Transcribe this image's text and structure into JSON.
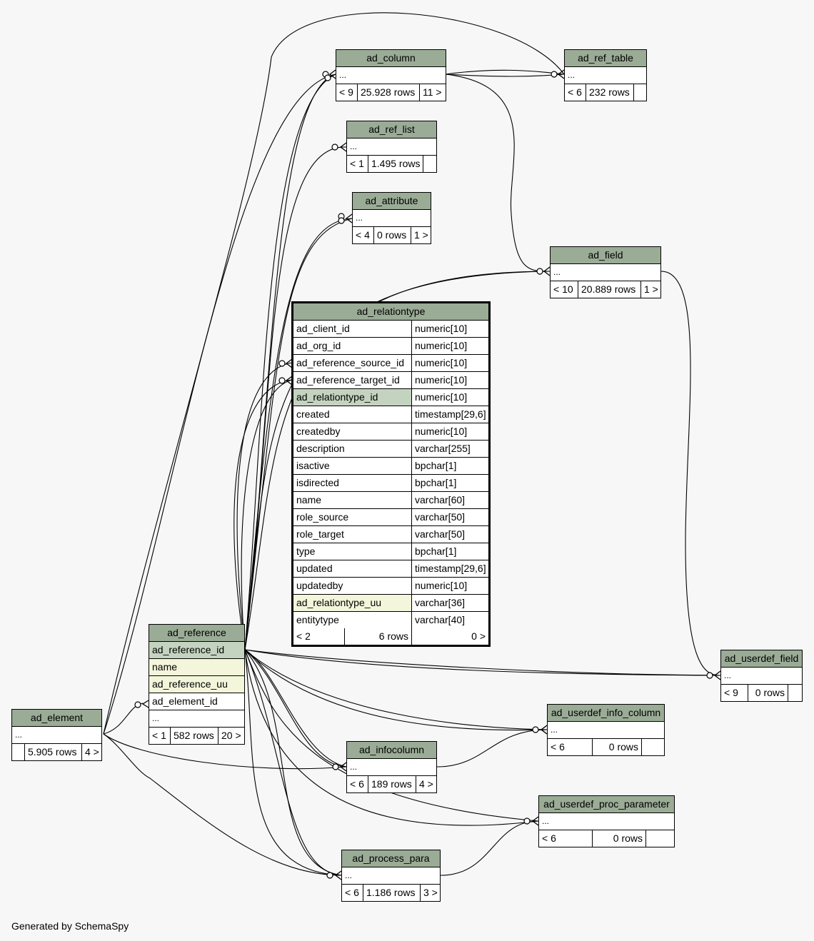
{
  "tables": {
    "ad_column": {
      "name": "ad_column",
      "body": "...",
      "footer": [
        "< 9",
        "25.928 rows",
        "11 >"
      ]
    },
    "ad_ref_table": {
      "name": "ad_ref_table",
      "body": "...",
      "footer": [
        "< 6",
        "232 rows",
        ""
      ]
    },
    "ad_ref_list": {
      "name": "ad_ref_list",
      "body": "...",
      "footer": [
        "< 1",
        "1.495 rows",
        ""
      ]
    },
    "ad_attribute": {
      "name": "ad_attribute",
      "body": "...",
      "footer": [
        "< 4",
        "0 rows",
        "1 >"
      ]
    },
    "ad_field": {
      "name": "ad_field",
      "body": "...",
      "footer": [
        "< 10",
        "20.889 rows",
        "1 >"
      ]
    },
    "ad_relationtype": {
      "name": "ad_relationtype",
      "columns": [
        {
          "name": "ad_client_id",
          "type": "numeric[10]"
        },
        {
          "name": "ad_org_id",
          "type": "numeric[10]"
        },
        {
          "name": "ad_reference_source_id",
          "type": "numeric[10]"
        },
        {
          "name": "ad_reference_target_id",
          "type": "numeric[10]"
        },
        {
          "name": "ad_relationtype_id",
          "type": "numeric[10]"
        },
        {
          "name": "created",
          "type": "timestamp[29,6]"
        },
        {
          "name": "createdby",
          "type": "numeric[10]"
        },
        {
          "name": "description",
          "type": "varchar[255]"
        },
        {
          "name": "isactive",
          "type": "bpchar[1]"
        },
        {
          "name": "isdirected",
          "type": "bpchar[1]"
        },
        {
          "name": "name",
          "type": "varchar[60]"
        },
        {
          "name": "role_source",
          "type": "varchar[50]"
        },
        {
          "name": "role_target",
          "type": "varchar[50]"
        },
        {
          "name": "type",
          "type": "bpchar[1]"
        },
        {
          "name": "updated",
          "type": "timestamp[29,6]"
        },
        {
          "name": "updatedby",
          "type": "numeric[10]"
        },
        {
          "name": "ad_relationtype_uu",
          "type": "varchar[36]"
        },
        {
          "name": "entitytype",
          "type": "varchar[40]"
        }
      ],
      "footer": [
        "< 2",
        "6 rows",
        "0 >"
      ]
    },
    "ad_reference": {
      "name": "ad_reference",
      "columns": [
        "ad_reference_id",
        "name",
        "ad_reference_uu",
        "ad_element_id"
      ],
      "body": "...",
      "footer": [
        "< 1",
        "582 rows",
        "20 >"
      ]
    },
    "ad_element": {
      "name": "ad_element",
      "body": "...",
      "footer": [
        "",
        "5.905 rows",
        "4 >"
      ]
    },
    "ad_userdef_field": {
      "name": "ad_userdef_field",
      "body": "...",
      "footer": [
        "< 9",
        "0 rows",
        ""
      ]
    },
    "ad_userdef_info_column": {
      "name": "ad_userdef_info_column",
      "body": "...",
      "footer": [
        "< 6",
        "0 rows",
        ""
      ]
    },
    "ad_infocolumn": {
      "name": "ad_infocolumn",
      "body": "...",
      "footer": [
        "< 6",
        "189 rows",
        "4 >"
      ]
    },
    "ad_userdef_proc_parameter": {
      "name": "ad_userdef_proc_parameter",
      "body": "...",
      "footer": [
        "< 6",
        "0 rows",
        ""
      ]
    },
    "ad_process_para": {
      "name": "ad_process_para",
      "body": "...",
      "footer": [
        "< 6",
        "1.186 rows",
        "3 >"
      ]
    }
  },
  "colors": {
    "header": "#9aab96",
    "pk": "#c4d3bf",
    "unique": "#f3f6db",
    "background": "#f7f7f7"
  },
  "generated_by": "Generated by SchemaSpy"
}
